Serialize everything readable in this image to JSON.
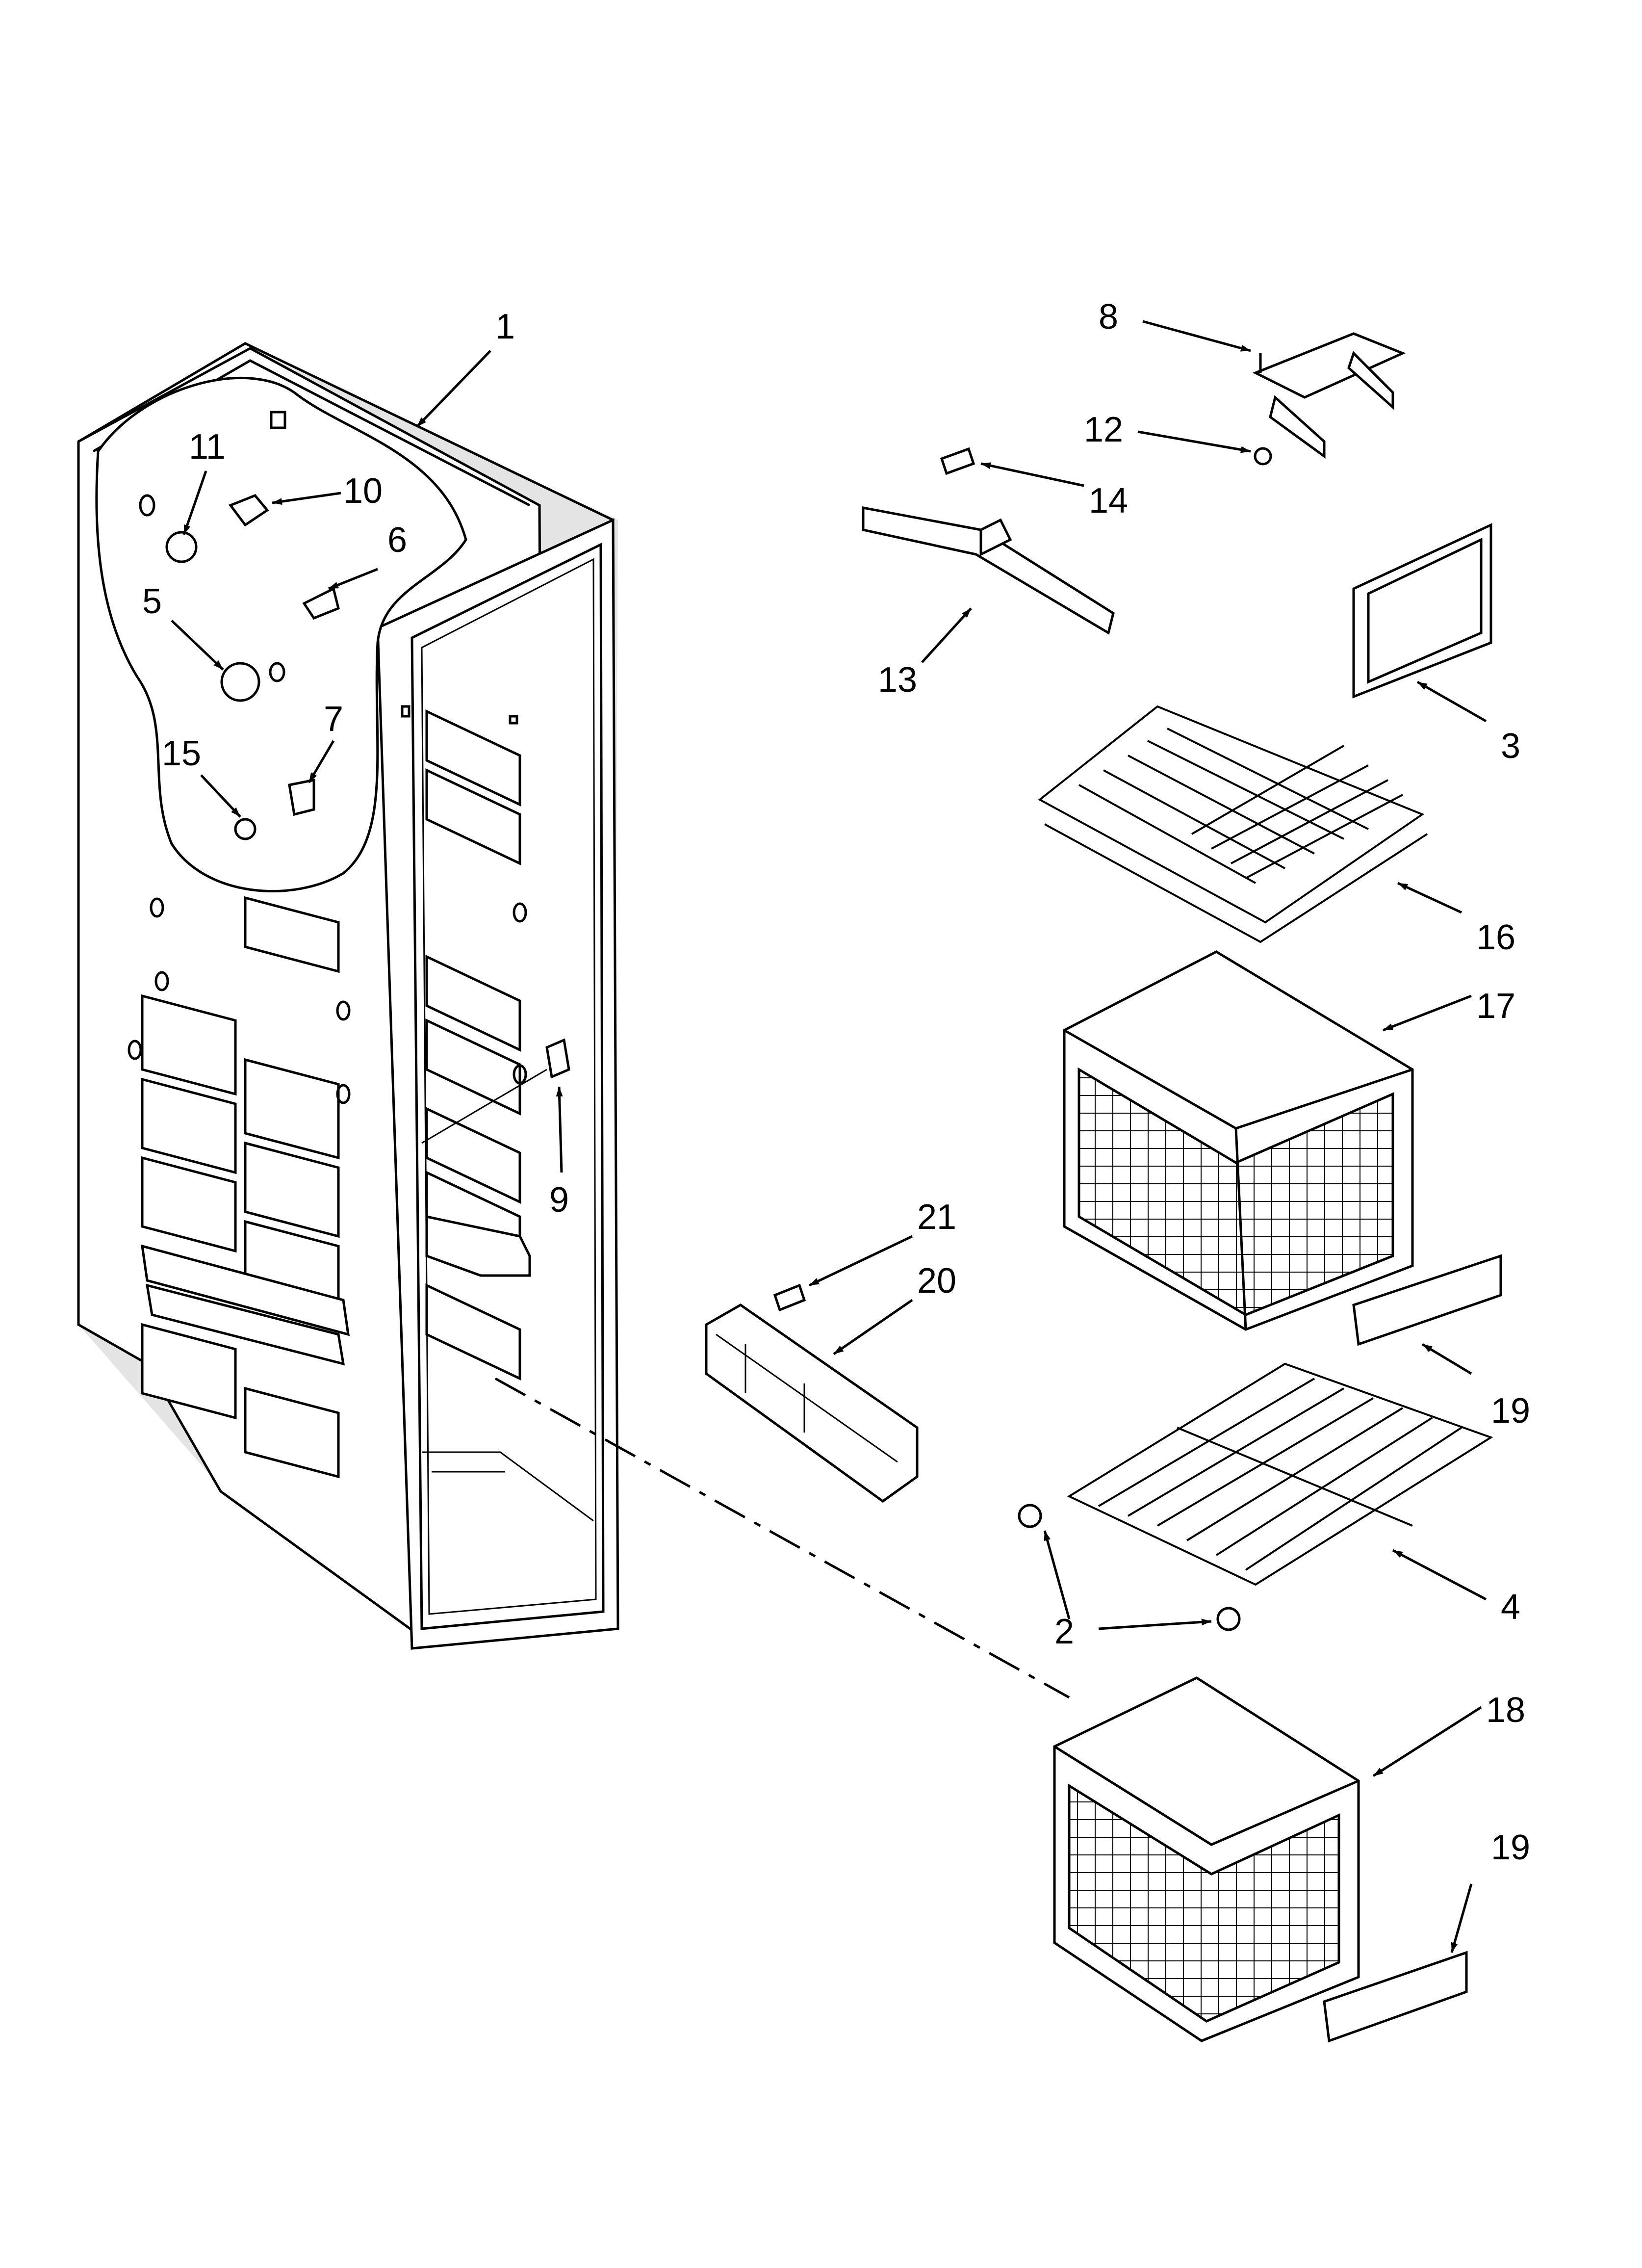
{
  "diagram": {
    "callouts": [
      {
        "id": "c1",
        "label": "1"
      },
      {
        "id": "c2",
        "label": "2"
      },
      {
        "id": "c3",
        "label": "3"
      },
      {
        "id": "c4",
        "label": "4"
      },
      {
        "id": "c5",
        "label": "5"
      },
      {
        "id": "c6",
        "label": "6"
      },
      {
        "id": "c7",
        "label": "7"
      },
      {
        "id": "c8",
        "label": "8"
      },
      {
        "id": "c9",
        "label": "9"
      },
      {
        "id": "c10",
        "label": "10"
      },
      {
        "id": "c11",
        "label": "11"
      },
      {
        "id": "c12",
        "label": "12"
      },
      {
        "id": "c13",
        "label": "13"
      },
      {
        "id": "c14",
        "label": "14"
      },
      {
        "id": "c15",
        "label": "15"
      },
      {
        "id": "c16",
        "label": "16"
      },
      {
        "id": "c17",
        "label": "17"
      },
      {
        "id": "c18",
        "label": "18"
      },
      {
        "id": "c19a",
        "label": "19"
      },
      {
        "id": "c19b",
        "label": "19"
      },
      {
        "id": "c20",
        "label": "20"
      },
      {
        "id": "c21",
        "label": "21"
      }
    ]
  }
}
